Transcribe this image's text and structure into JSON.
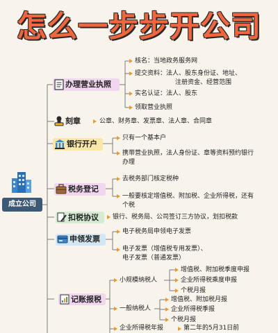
{
  "title": "怎么一步步开公司",
  "root": "成立公司",
  "categories": [
    {
      "label": "办理营业执照",
      "icon": "document-icon",
      "items": [
        "核名：当地政务服务网",
        "提交资料：法人、股东身份证、地址、",
        "注册资金、经营范围",
        "实名认证：法人、股东",
        "领取营业执照"
      ]
    },
    {
      "label": "刻章",
      "icon": "stamp-icon",
      "items": [
        "公章、财务章、发票章、法人章、合同章"
      ]
    },
    {
      "label": "银行开户",
      "icon": "bank-icon",
      "items": [
        "只有一个基本户",
        "携带营业执照，法人身份证、章等资料预约银行",
        "办理"
      ]
    },
    {
      "label": "税务登记",
      "icon": "briefcase-icon",
      "items": [
        "去税务部门核定税种",
        "一般要核定增值税、附加税、企业所得税，还有",
        "个税"
      ]
    },
    {
      "label": "扣税协议",
      "icon": "pen-icon",
      "items": [
        "银行、税务局、公司签订三方协议，划扣税款"
      ]
    },
    {
      "label": "申领发票",
      "icon": "card-icon",
      "items": [
        "电子税务局申领电子发票",
        "电子发票（增值税专用发票）、",
        "电子发票（普通发票）"
      ]
    },
    {
      "label": "记账报税",
      "icon": "ledger-icon",
      "groups": [
        {
          "label": "小规模纳税人",
          "items": [
            "增值税、附加税季度申报",
            "企业所得税乘度申报",
            "个税月报"
          ]
        },
        {
          "label": "一般纳税人",
          "items": [
            "增值税、附加税月报",
            "企业所得税季报",
            "个税月报"
          ]
        },
        {
          "label": "企业所得税年报",
          "items": [
            "第二年的5月31日前"
          ]
        }
      ]
    }
  ],
  "colors": {
    "title": "#f0663e",
    "connector": "#e79a2e",
    "line": "#7a7a7a",
    "highlight": "#f1d6ef",
    "root": "#3c5a78"
  }
}
